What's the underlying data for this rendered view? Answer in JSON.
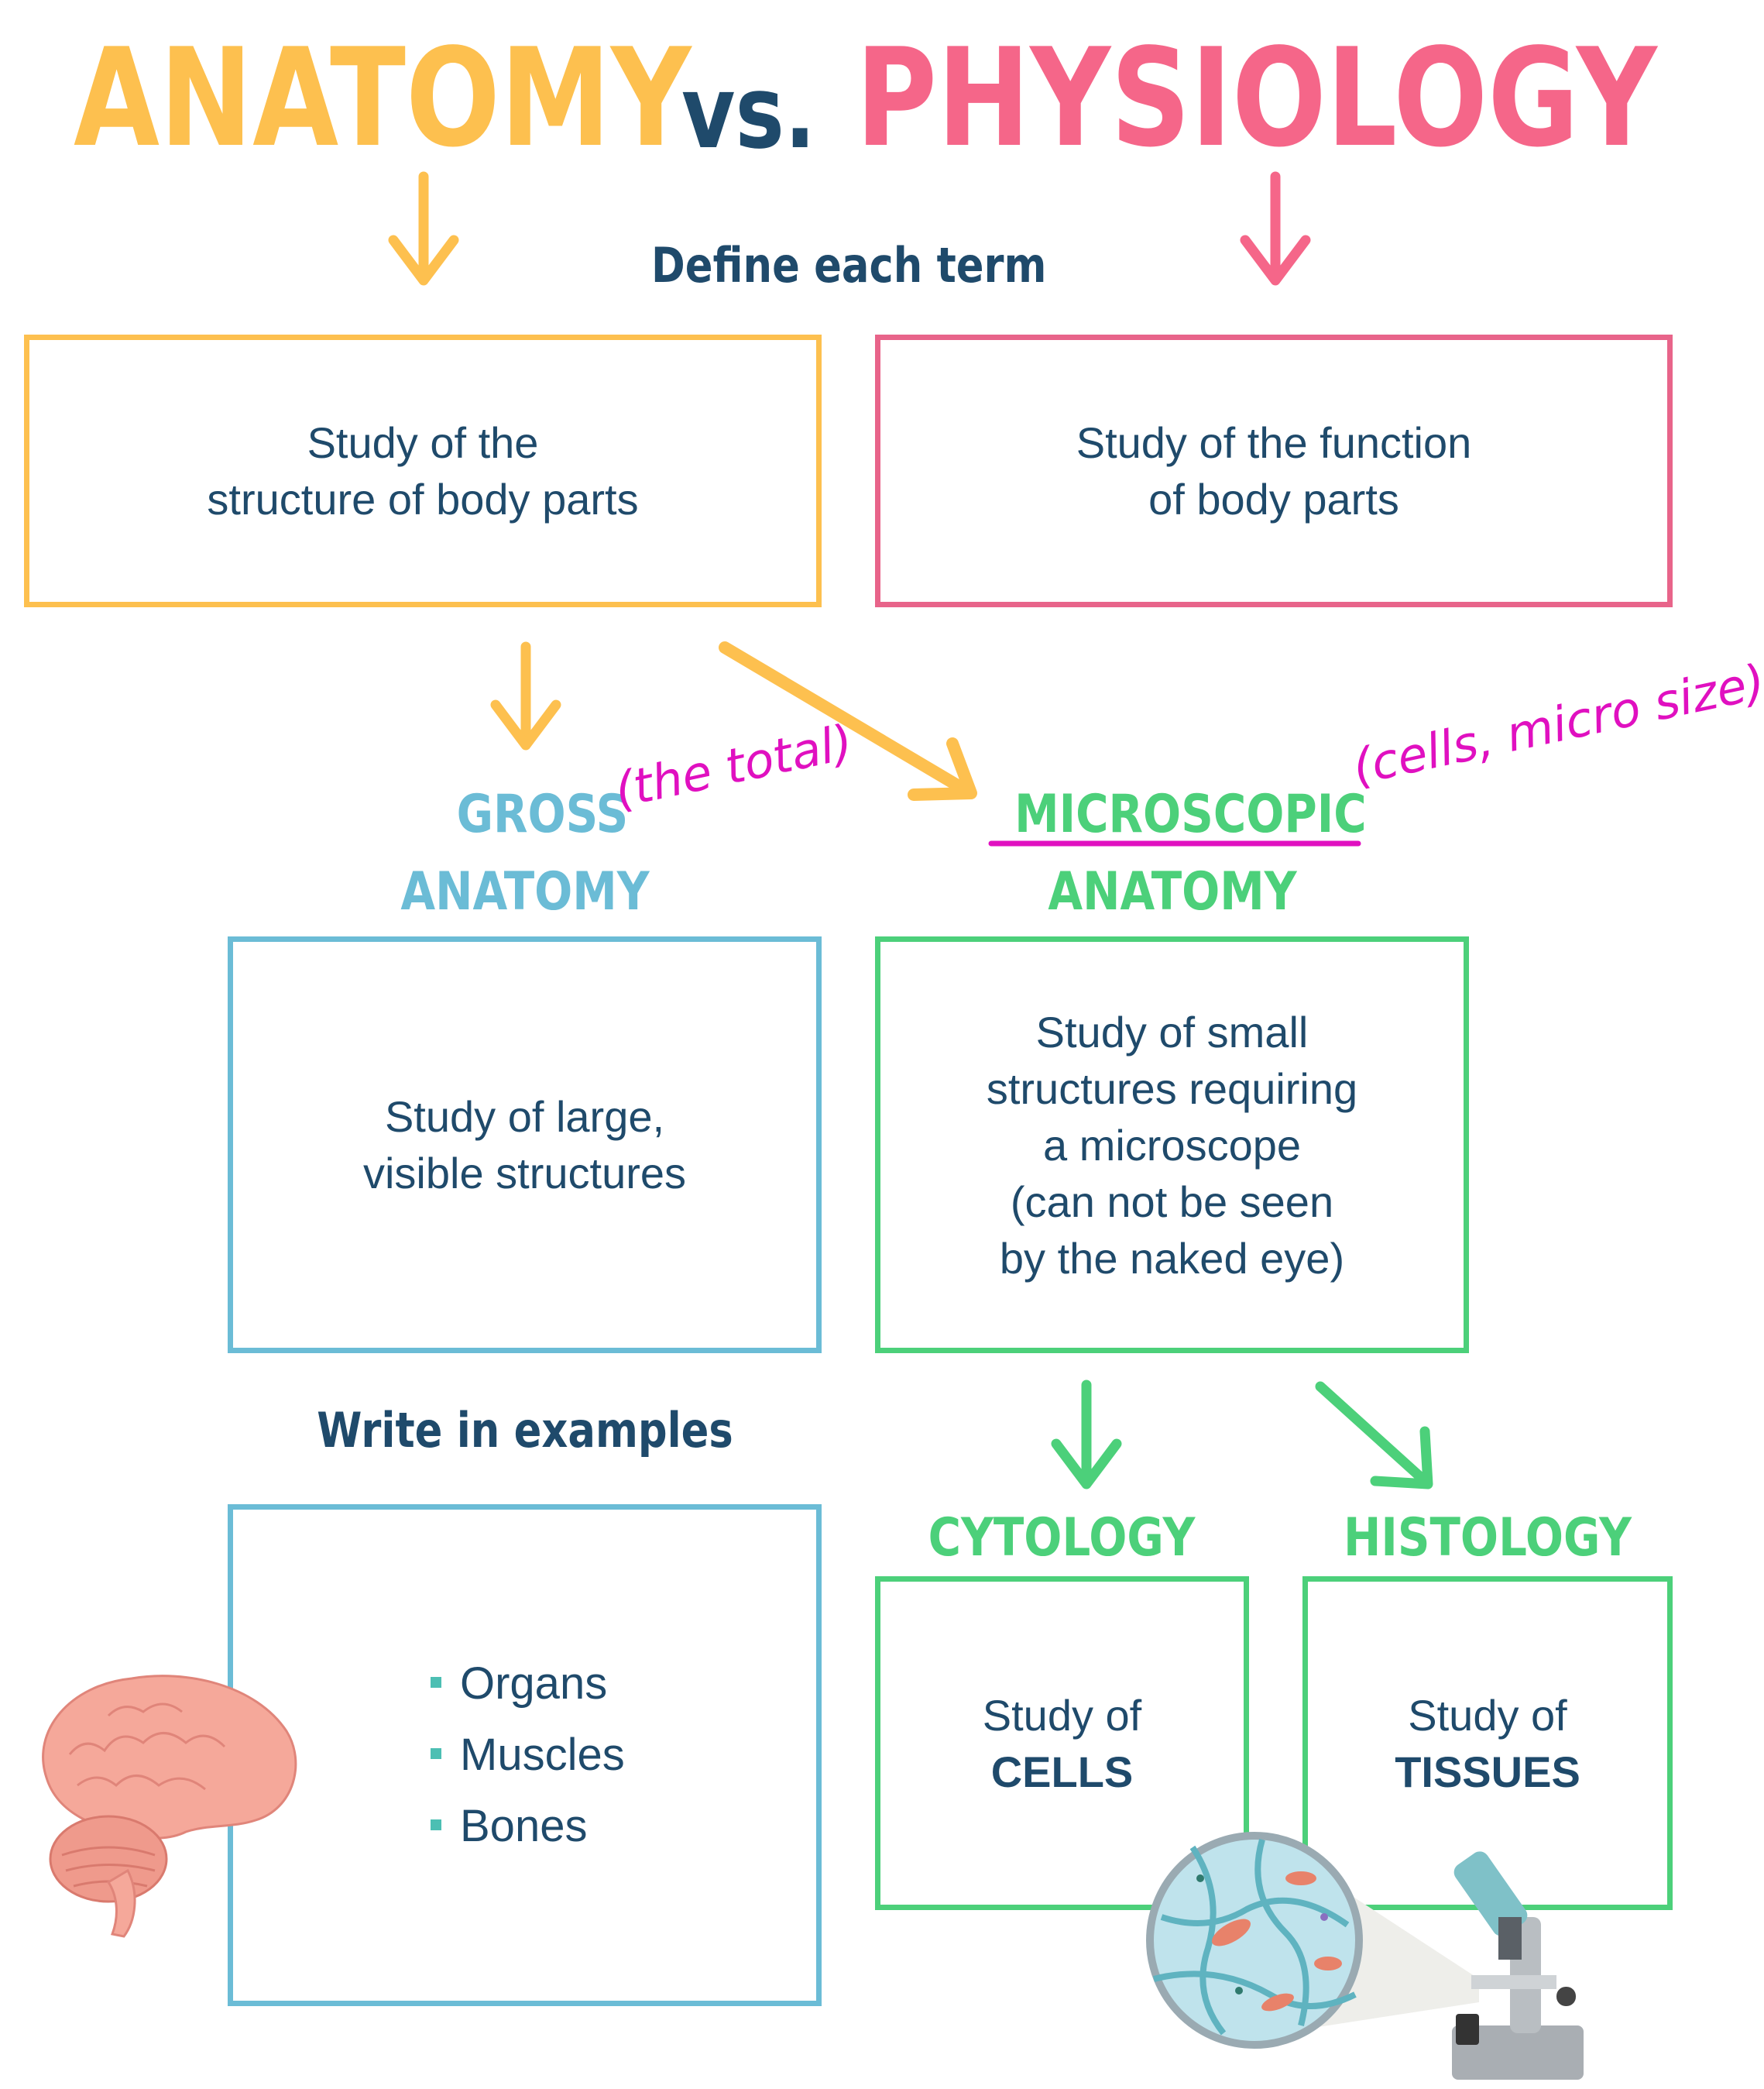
{
  "title": {
    "left": "ANATOMY",
    "middle": "vs.",
    "right": "PHYSIOLOGY"
  },
  "prompts": {
    "define": "Define each term",
    "examples": "Write in examples"
  },
  "anatomy_definition": [
    "Study of the",
    "structure of body parts"
  ],
  "physiology_definition": [
    "Study of the function",
    "of body parts"
  ],
  "gross": {
    "heading_1": "GROSS",
    "heading_2": "ANATOMY",
    "note": "(the total)",
    "definition": [
      "Study of large,",
      "visible structures"
    ],
    "examples": [
      "Organs",
      "Muscles",
      "Bones"
    ]
  },
  "microscopic": {
    "heading_1": "MICROSCOPIC",
    "heading_2": "ANATOMY",
    "note": "(cells, micro size)",
    "definition": [
      "Study of small",
      "structures requiring",
      "a microscope",
      "(can not be seen",
      "by the naked eye)"
    ]
  },
  "cytology": {
    "heading": "CYTOLOGY",
    "line1": "Study of",
    "line2": "CELLS"
  },
  "histology": {
    "heading": "HISTOLOGY",
    "line1": "Study of",
    "line2": "TISSUES"
  },
  "colors": {
    "yellow": "#FDC04F",
    "pink": "#F56689",
    "navy": "#1F4A6B",
    "blue": "#6BBCD6",
    "green": "#4CD07A",
    "magenta": "#E010C0"
  }
}
